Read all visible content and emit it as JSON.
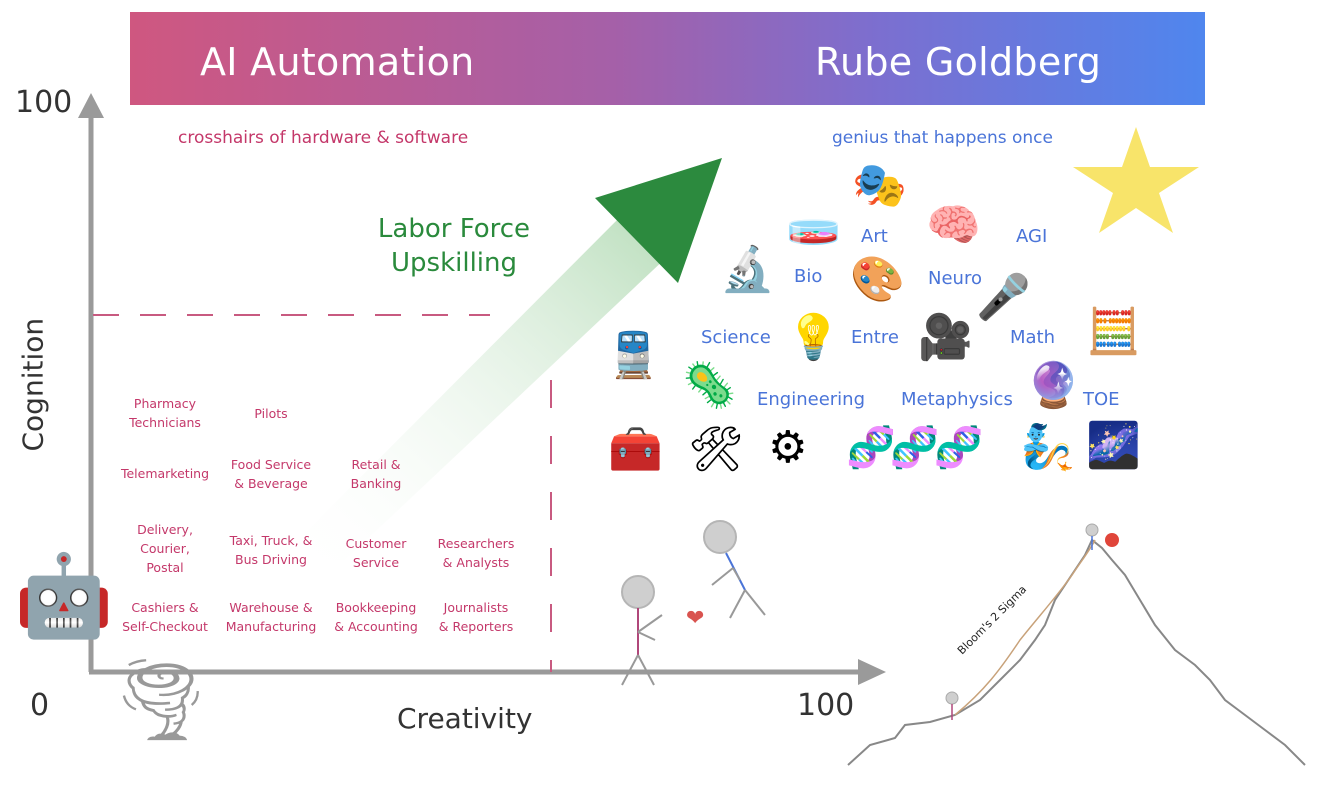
{
  "banner": {
    "left_title": "AI Automation",
    "right_title": "Rube Goldberg",
    "left_subtitle": "crosshairs of hardware & software",
    "right_subtitle": "genius that happens once"
  },
  "axes": {
    "y_label": "Cognition",
    "x_label": "Creativity",
    "y_max": "100",
    "x_max": "100",
    "origin": "0"
  },
  "arrow_label": "Labor Force\nUpskilling",
  "jobs": {
    "pharmacy": "Pharmacy\nTechnicians",
    "pilots": "Pilots",
    "telemarketing": "Telemarketing",
    "food_service": "Food Service\n& Beverage",
    "retail": "Retail &\nBanking",
    "delivery": "Delivery,\nCourier,\nPostal",
    "taxi": "Taxi, Truck, &\nBus Driving",
    "customer_service": "Customer\nService",
    "researchers": "Researchers\n& Analysts",
    "cashiers": "Cashiers &\nSelf-Checkout",
    "warehouse": "Warehouse &\nManufacturing",
    "bookkeeping": "Bookkeeping\n& Accounting",
    "journalists": "Journalists\n& Reporters"
  },
  "fields": {
    "art": "Art",
    "agi": "AGI",
    "bio": "Bio",
    "neuro": "Neuro",
    "science": "Science",
    "entre": "Entre",
    "math": "Math",
    "engineering": "Engineering",
    "metaphysics": "Metaphysics",
    "toe": "TOE"
  },
  "mountain_label": "Bloom's 2 Sigma",
  "icons": {
    "theater": "🎭",
    "petri": "🧫",
    "brain": "🧠",
    "microscope": "🔬",
    "palette": "🎨",
    "microphone": "🎤",
    "train": "🚆",
    "bulb": "💡",
    "camera": "🎥",
    "abacus": "🧮",
    "virus": "🦠",
    "crystal_ball": "🔮",
    "toolbox": "🧰",
    "tools": "🛠",
    "gear": "⚙",
    "dna": "🧬",
    "genie": "🧞",
    "stars": "🌌",
    "robot": "🤖",
    "tornado": "🌪",
    "heart": "❤"
  },
  "colors": {
    "gradient_start": "#cf5780",
    "gradient_end": "#4f86ee",
    "pink_text": "#c4386a",
    "blue_text": "#4a74d8",
    "green_text": "#2a8a3c",
    "star": "#f8e46a"
  }
}
